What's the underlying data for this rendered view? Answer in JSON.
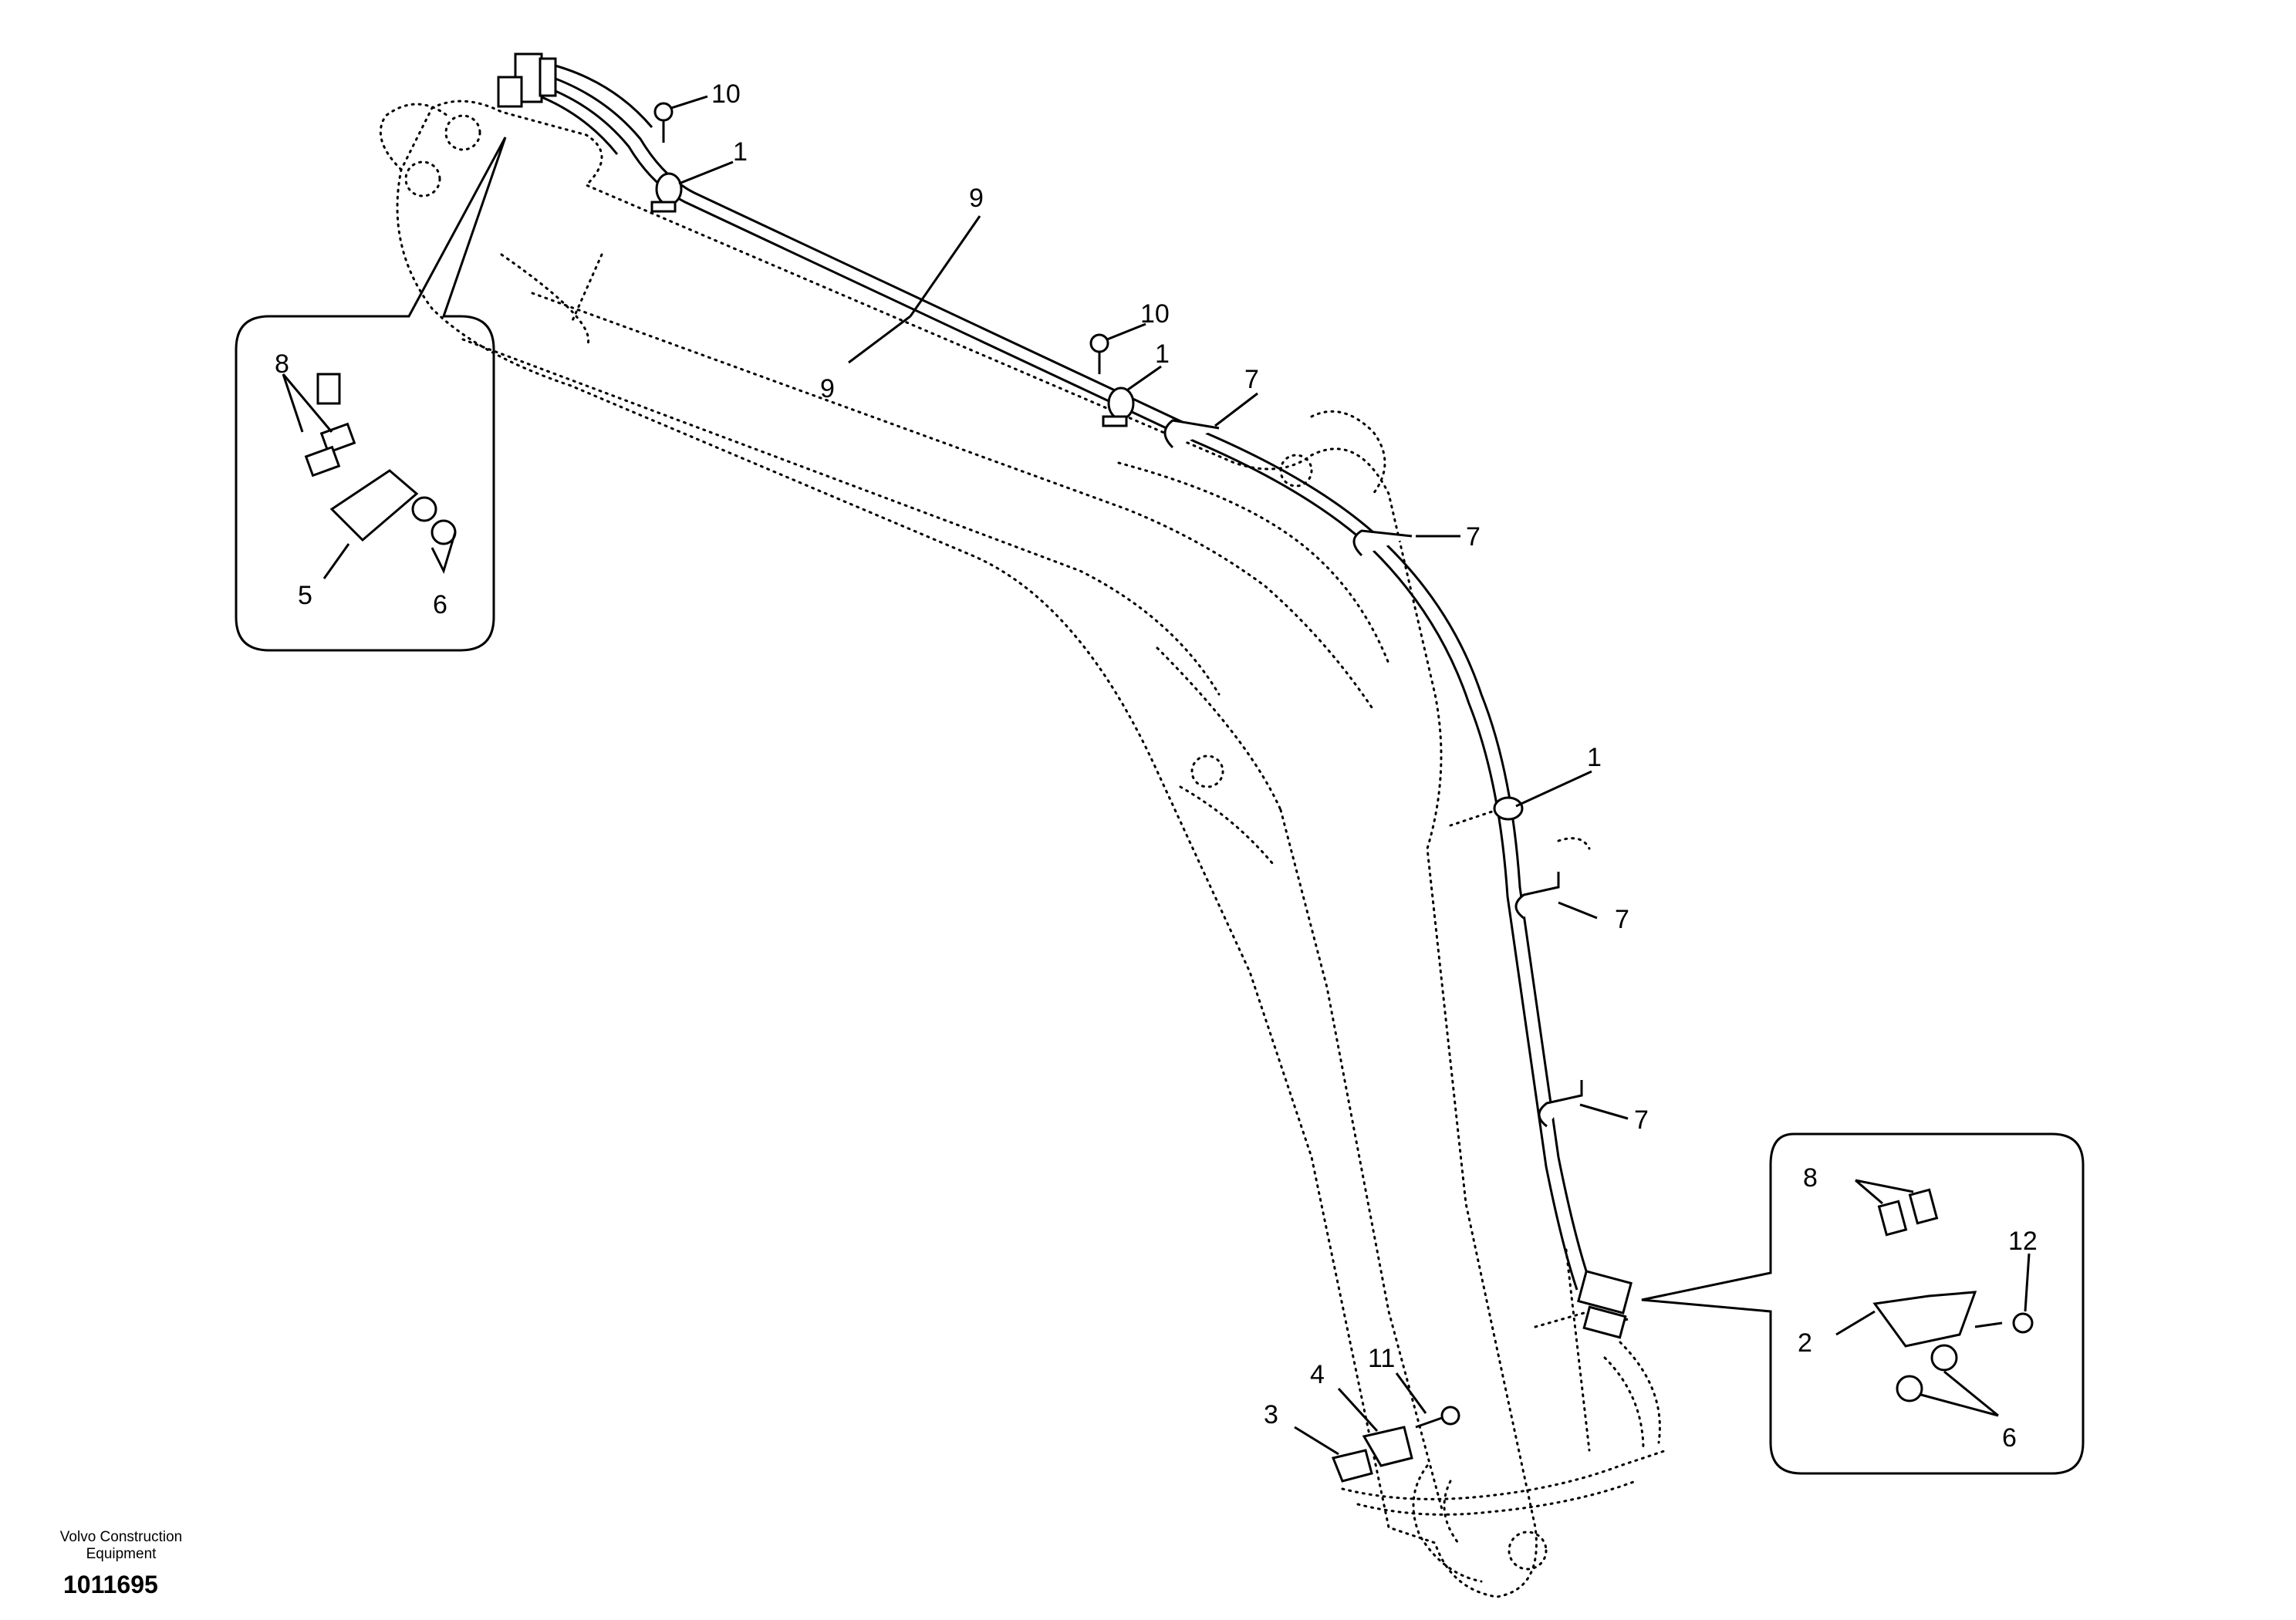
{
  "callouts": {
    "c10a": "10",
    "c1a": "1",
    "c9a": "9",
    "c9b": "9",
    "c10b": "10",
    "c1b": "1",
    "c7a": "7",
    "c7b": "7",
    "c1c": "1",
    "c7c": "7",
    "c7d": "7",
    "dL8": "8",
    "dL5": "5",
    "dL6": "6",
    "dR8": "8",
    "dR12": "12",
    "dR2": "2",
    "dR6": "6",
    "c11": "11",
    "c4": "4",
    "c3": "3"
  },
  "footer": {
    "publisher": "Volvo Construction Equipment",
    "drawing_number": "1011695"
  }
}
